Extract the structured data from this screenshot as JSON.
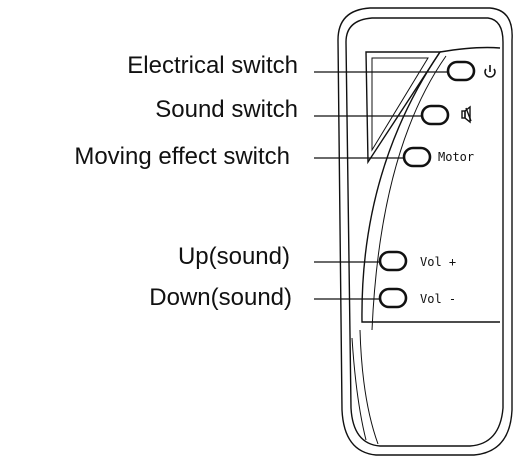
{
  "callouts": {
    "electrical": "Electrical switch",
    "sound": "Sound switch",
    "moving": "Moving effect switch",
    "up": "Up(sound)",
    "down": "Down(sound)"
  },
  "remote": {
    "motor_label": "Motor",
    "vol_up_label": "Vol +",
    "vol_down_label": "Vol -",
    "power_icon": "power-icon",
    "speaker_icon": "speaker-mute-icon"
  }
}
